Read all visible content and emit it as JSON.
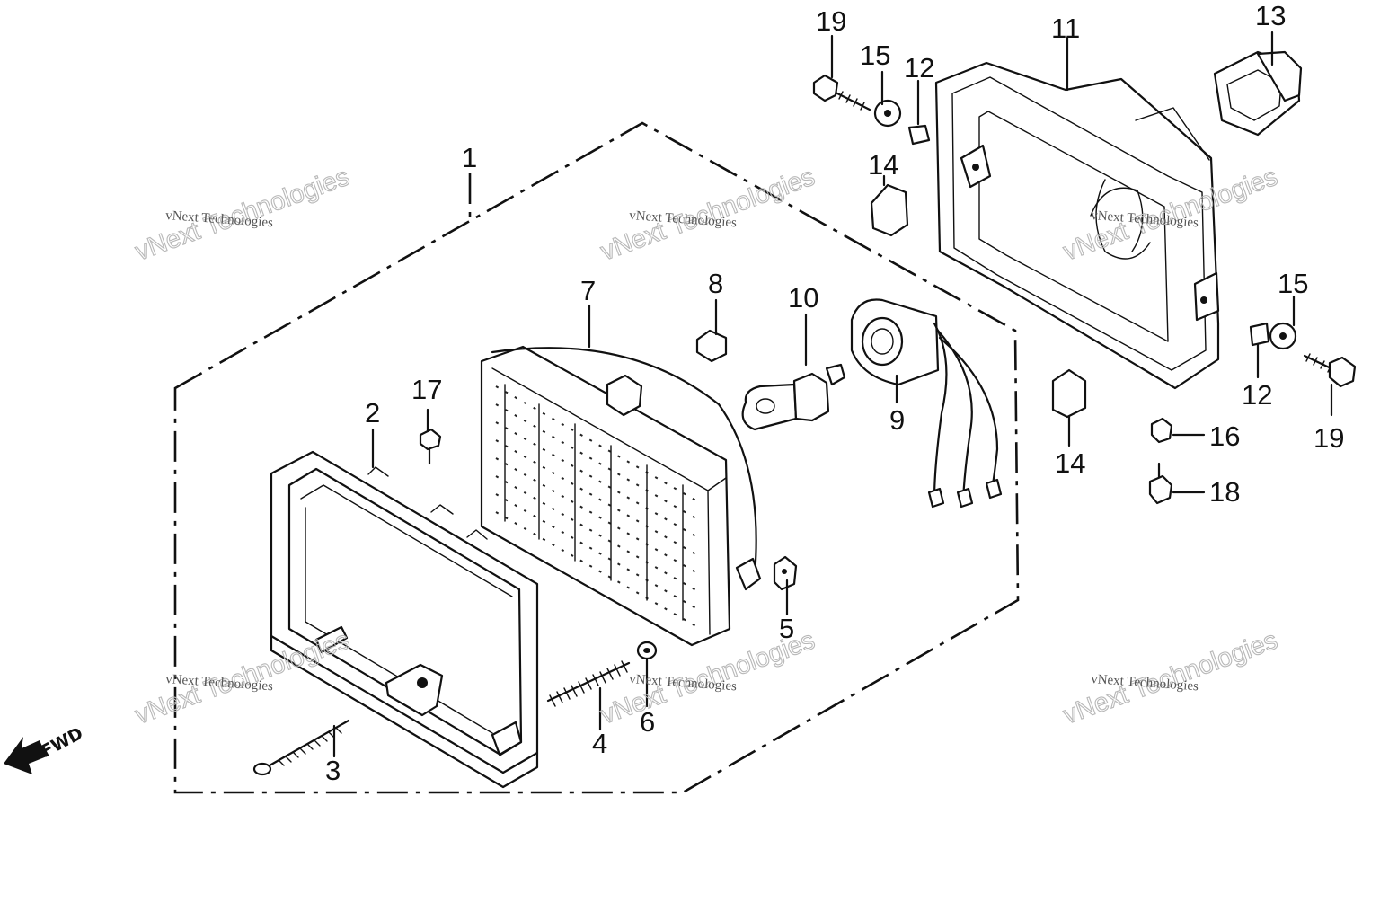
{
  "callouts": {
    "c1": "1",
    "c2": "2",
    "c3": "3",
    "c4": "4",
    "c5": "5",
    "c6": "6",
    "c7": "7",
    "c8": "8",
    "c9": "9",
    "c10": "10",
    "c11": "11",
    "c12a": "12",
    "c12b": "12",
    "c13": "13",
    "c14a": "14",
    "c14b": "14",
    "c15a": "15",
    "c15b": "15",
    "c16": "16",
    "c17": "17",
    "c18": "18",
    "c19a": "19",
    "c19b": "19"
  },
  "fwd_label": "FWD",
  "watermark": {
    "big": "vNext Technologies",
    "small": "vNext Technologies"
  }
}
